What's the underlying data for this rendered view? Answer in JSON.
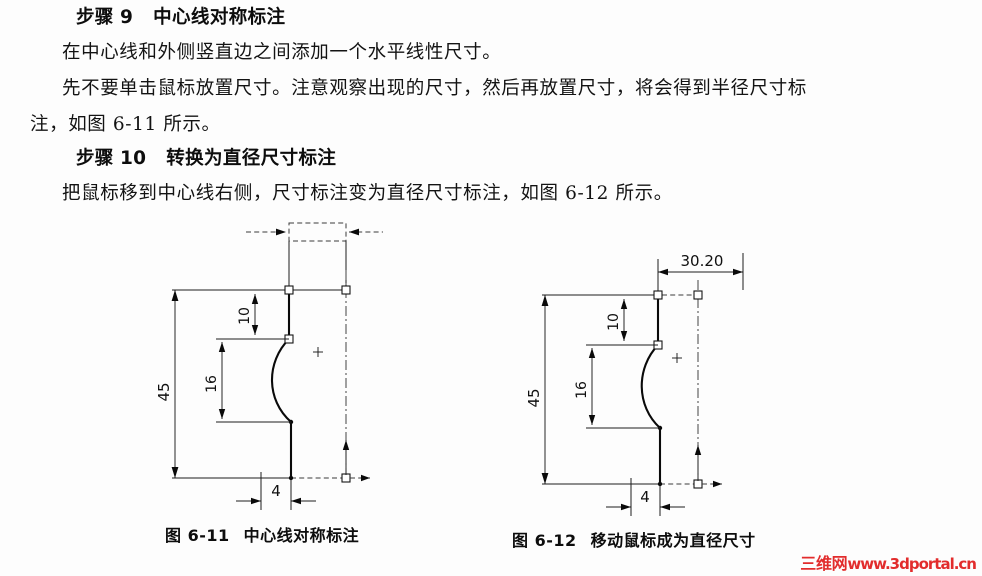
{
  "document": {
    "background_color": "#fdfdfd",
    "text_color": "#131313"
  },
  "content": {
    "step9_heading_label": "步骤 9",
    "step9_heading_title": "中心线对称标注",
    "step9_line1": "在中心线和外侧竖直边之间添加一个水平线性尺寸。",
    "step9_line2": "先不要单击鼠标放置尺寸。注意观察出现的尺寸，然后再放置尺寸，将会得到半径尺寸标",
    "step9_line3": "注，如图 6-11 所示。",
    "step10_heading_label": "步骤 10",
    "step10_heading_title": "转换为直径尺寸标注",
    "step10_line1": "把鼠标移到中心线右侧，尺寸标注变为直径尺寸标注，如图 6-12 所示。"
  },
  "figures": [
    {
      "id": "fig-6-11",
      "caption_number": "图 6-11",
      "caption_title": "中心线对称标注",
      "dimensions": {
        "overall_height": "45",
        "upper_offset": "10",
        "arc_height": "16",
        "bottom_width": "4",
        "preview_box": ""
      }
    },
    {
      "id": "fig-6-12",
      "caption_number": "图 6-12",
      "caption_title": "移动鼠标成为直径尺寸",
      "dimensions": {
        "overall_height": "45",
        "upper_offset": "10",
        "arc_height": "16",
        "bottom_width": "4",
        "diameter_value": "30.20"
      }
    }
  ],
  "watermark": {
    "chinese": "三维网",
    "url": "www.3dportal.cn",
    "color": "#e01b1b"
  }
}
